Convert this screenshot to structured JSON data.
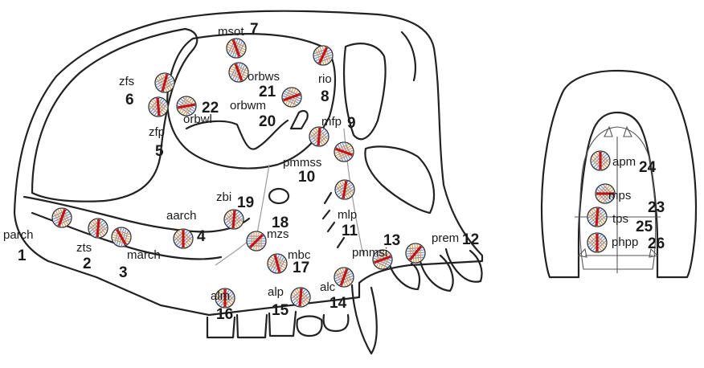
{
  "sites": [
    {
      "id": "parch",
      "abbr": "parch",
      "num": "1"
    },
    {
      "id": "zts",
      "abbr": "zts",
      "num": "2"
    },
    {
      "id": "march",
      "abbr": "march",
      "num": "3"
    },
    {
      "id": "aarch",
      "abbr": "aarch",
      "num": "4"
    },
    {
      "id": "zfp",
      "abbr": "zfp",
      "num": "5"
    },
    {
      "id": "zfs",
      "abbr": "zfs",
      "num": "6"
    },
    {
      "id": "msot",
      "abbr": "msot",
      "num": "7"
    },
    {
      "id": "rio",
      "abbr": "rio",
      "num": "8"
    },
    {
      "id": "mfp",
      "abbr": "mfp",
      "num": "9"
    },
    {
      "id": "pmmss",
      "abbr": "pmmss",
      "num": "10"
    },
    {
      "id": "mlp",
      "abbr": "mlp",
      "num": "11"
    },
    {
      "id": "prem",
      "abbr": "prem",
      "num": "12"
    },
    {
      "id": "pmmsi",
      "abbr": "pmmsi",
      "num": "13"
    },
    {
      "id": "alc",
      "abbr": "alc",
      "num": "14"
    },
    {
      "id": "alp",
      "abbr": "alp",
      "num": "15"
    },
    {
      "id": "alm",
      "abbr": "alm",
      "num": "16"
    },
    {
      "id": "mbc",
      "abbr": "mbc",
      "num": "17"
    },
    {
      "id": "mzs",
      "abbr": "mzs",
      "num": "18"
    },
    {
      "id": "zbi",
      "abbr": "zbi",
      "num": "19"
    },
    {
      "id": "orbwm",
      "abbr": "orbwm",
      "num": "20"
    },
    {
      "id": "orbws",
      "abbr": "orbws",
      "num": "21"
    },
    {
      "id": "orbwl",
      "abbr": "orbwl",
      "num": "22"
    },
    {
      "id": "mps",
      "abbr": "mps",
      "num": "23"
    },
    {
      "id": "apm",
      "abbr": "apm",
      "num": "24"
    },
    {
      "id": "tps",
      "abbr": "tps",
      "num": "25"
    },
    {
      "id": "phpp",
      "abbr": "phpp",
      "num": "26"
    }
  ],
  "colors": {
    "max_strain": "#c0141c",
    "mid_strain": "#d89a5a",
    "min_strain": "#6f8fd0",
    "outline": "#222222",
    "suture": "#9a9a9a"
  }
}
